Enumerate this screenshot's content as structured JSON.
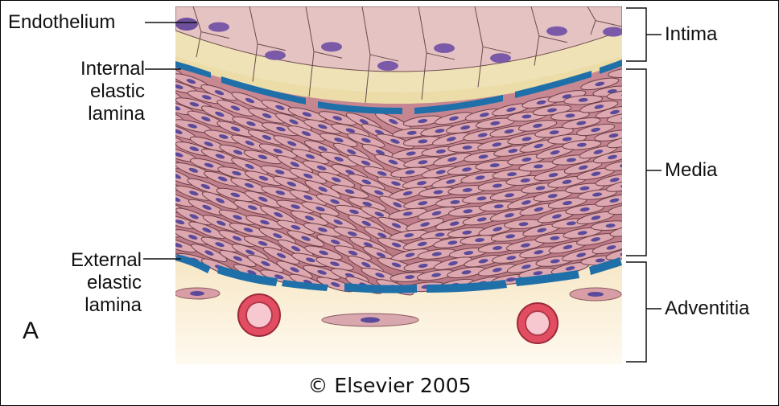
{
  "labels": {
    "endothelium": "Endothelium",
    "internal_elastic_lamina": [
      "Internal",
      "elastic",
      "lamina"
    ],
    "external_elastic_lamina": [
      "External",
      "elastic",
      "lamina"
    ],
    "intima": "Intima",
    "media": "Media",
    "adventitia": "Adventitia",
    "panel_letter": "A"
  },
  "copyright": "© Elsevier 2005",
  "colors": {
    "endothelial_cell": "#e8c4c4",
    "nucleus": "#5a4a9a",
    "elastic_lamina": "#1f6fa8",
    "smooth_muscle": "#d9a0a8",
    "adventitia_bg": "#f3dfb0",
    "vessel": "#d8455a"
  }
}
